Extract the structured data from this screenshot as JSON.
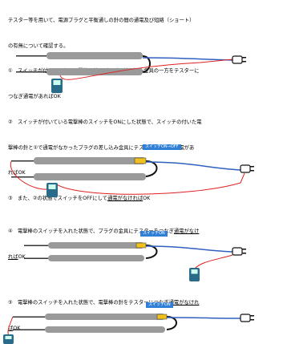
{
  "intro": {
    "line1": "テスター等を用いて、電源プラグと平衡通しの針の間の通電及び短絡（ショート）",
    "line2": "の有無について確認する。"
  },
  "step1": {
    "line1": "①　スイッチが付いていない電撃棒の針とプラグの差し込み金具の一方をテスターに",
    "line2": "つなぎ通電があればOK"
  },
  "step2": {
    "line1": "②　スイッチが付いている電撃棒のスイッチをONにした状態で、スイッチの付いた電",
    "line2": "撃棒の針と①で通電がなかったプラグの差し込み金具にテスターをつなぎ通電があ",
    "line3": "ればOK"
  },
  "step3": {
    "prefix": "③　また、②の状態でスイッチをOFFにして",
    "underlined": "通電がなければ",
    "suffix": "OK"
  },
  "step4": {
    "line1_prefix": "④　電撃棒のスイッチを入れた状態で、プラグの金具にテスターをつなぎ",
    "line1_underlined": "通電がなけ",
    "line2_underlined": "れば",
    "line2_suffix": "OK"
  },
  "step5": {
    "line1_prefix": "⑤　電撃棒のスイッチを入れた状態で、電撃棒の針をテスターにつなぎ",
    "line1_underlined": "通電がなけれ",
    "line2_underlined": "ば",
    "line2_suffix": "OK"
  },
  "badges": {
    "fig2": "スイッチON→OFF",
    "fig3": "スイッチON",
    "fig4": "スイッチON"
  },
  "colors": {
    "rod": "#9a9a9a",
    "switch": "#f0c020",
    "wire_blue": "#3060c0",
    "wire_red": "#e02020",
    "tester": "#2a6b8a",
    "badge": "#2f7fd6"
  }
}
